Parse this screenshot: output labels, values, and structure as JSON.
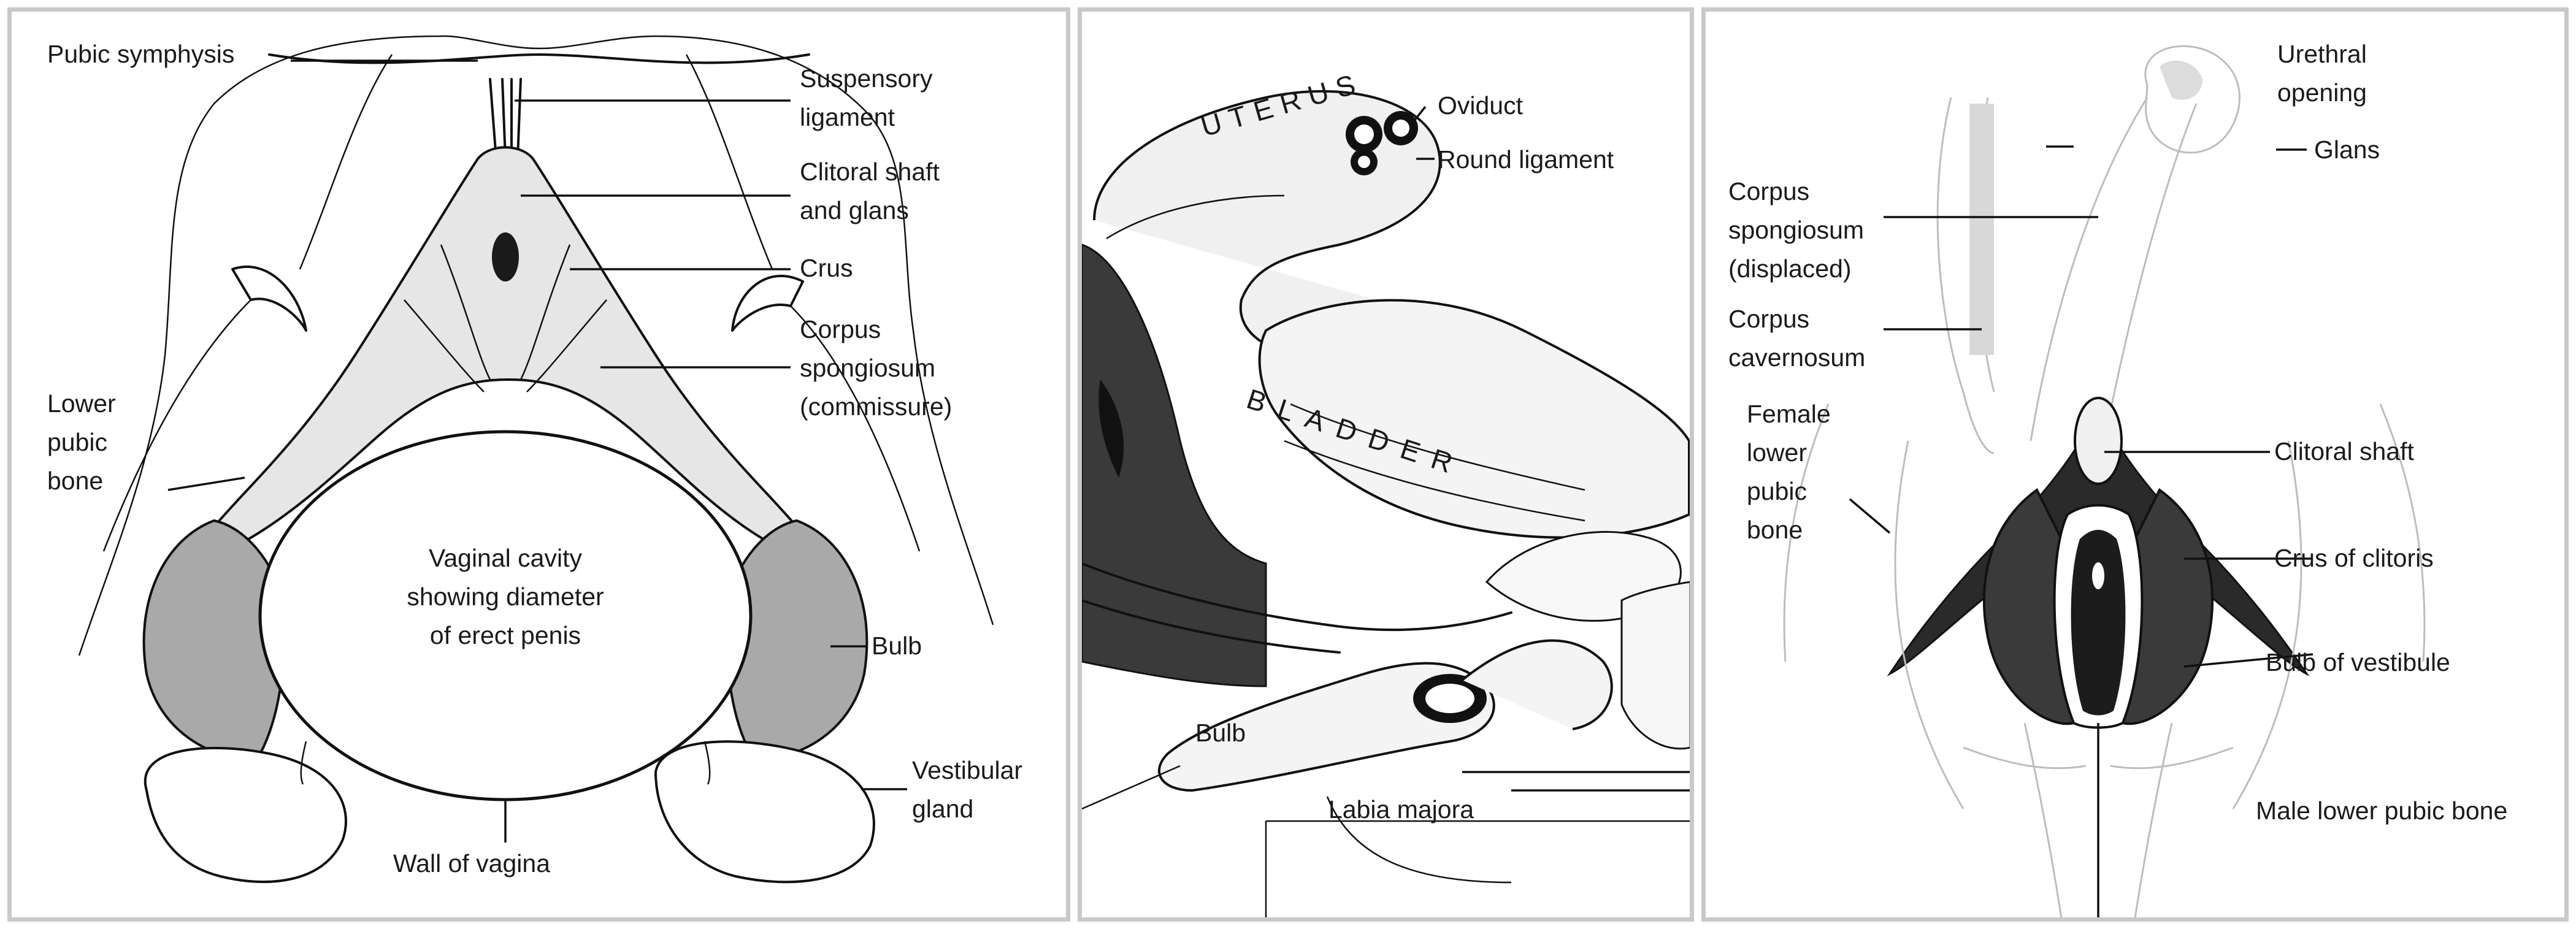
{
  "panel1": {
    "labels": {
      "pubic_symphysis": "Pubic symphysis",
      "suspensory_ligament_1": "Suspensory",
      "suspensory_ligament_2": "ligament",
      "clitoral_shaft_1": "Clitoral shaft",
      "clitoral_shaft_2": "and glans",
      "crus": "Crus",
      "corpus_spongiosum_1": "Corpus",
      "corpus_spongiosum_2": "spongiosum",
      "corpus_spongiosum_3": "(commissure)",
      "lower_pubic_1": "Lower",
      "lower_pubic_2": "pubic",
      "lower_pubic_3": "bone",
      "vaginal_cavity_1": "Vaginal cavity",
      "vaginal_cavity_2": "showing diameter",
      "vaginal_cavity_3": "of erect penis",
      "bulb": "Bulb",
      "vestibular_gland_1": "Vestibular",
      "vestibular_gland_2": "gland",
      "wall_of_vagina": "Wall of vagina"
    }
  },
  "panel2": {
    "labels": {
      "oviduct": "Oviduct",
      "round_ligament": "Round ligament",
      "uterus": "UTERUS",
      "bladder": "BLADDER",
      "bulb": "Bulb",
      "labia_majora": "Labia majora"
    }
  },
  "panel3": {
    "labels": {
      "urethral_opening_1": "Urethral",
      "urethral_opening_2": "opening",
      "glans": "Glans",
      "corpus_spongiosum_1": "Corpus",
      "corpus_spongiosum_2": "spongiosum",
      "corpus_spongiosum_3": "(displaced)",
      "corpus_cavernosum_1": "Corpus",
      "corpus_cavernosum_2": "cavernosum",
      "female_pubic_1": "Female",
      "female_pubic_2": "lower",
      "female_pubic_3": "pubic",
      "female_pubic_4": "bone",
      "clitoral_shaft": "Clitoral shaft",
      "crus_of_clitoris": "Crus of clitoris",
      "bulb_of_vestibule": "Bulb of vestibule",
      "male_pubic_bone": "Male lower pubic bone"
    }
  },
  "colors": {
    "border": "#c9c9c9",
    "ink": "#111111",
    "shading": "#a9a9a9"
  }
}
